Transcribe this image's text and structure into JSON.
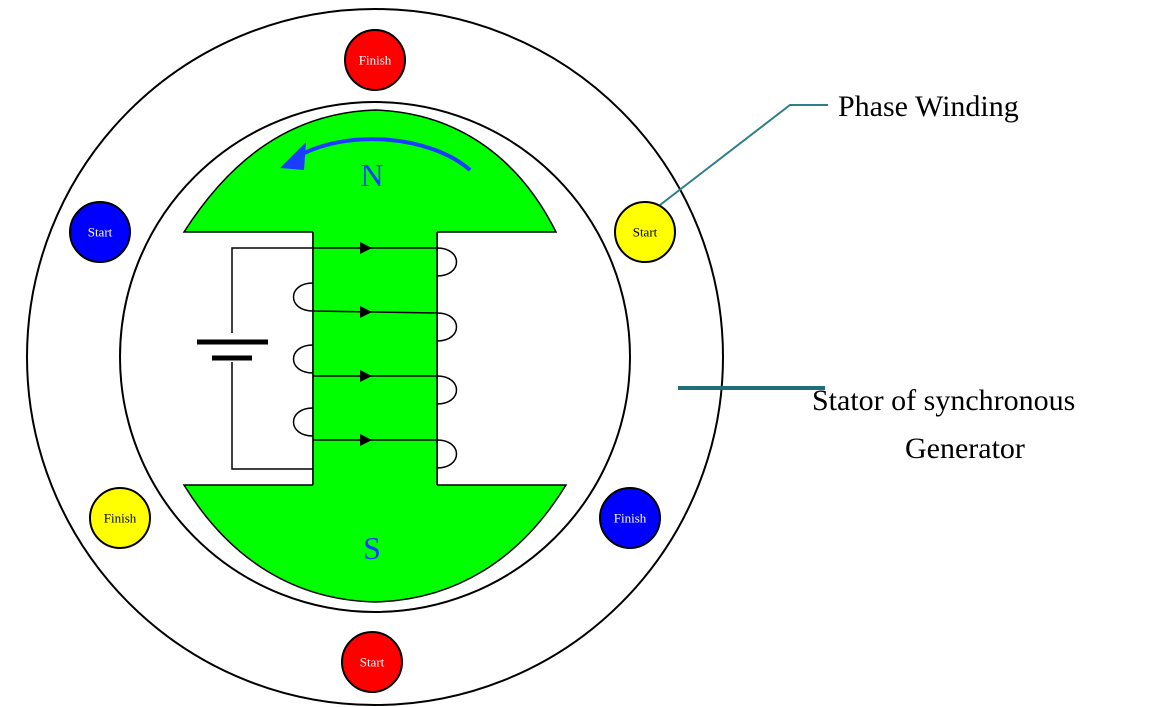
{
  "diagram": {
    "labels": {
      "phase_winding": "Phase Winding",
      "stator_line1": "Stator of synchronous",
      "stator_line2": "Generator"
    },
    "poles": {
      "north": "N",
      "south": "S"
    },
    "terminals": [
      {
        "id": "top",
        "label": "Finish",
        "color": "#ff0000"
      },
      {
        "id": "left",
        "label": "Start",
        "color": "#0000ff"
      },
      {
        "id": "right",
        "label": "Start",
        "color": "#ffff00"
      },
      {
        "id": "bottom-left",
        "label": "Finish",
        "color": "#ffff00"
      },
      {
        "id": "bottom-right",
        "label": "Finish",
        "color": "#0000ff"
      },
      {
        "id": "bottom",
        "label": "Start",
        "color": "#ff0000"
      }
    ],
    "colors": {
      "rotor": "#00ff00",
      "pole_letter": "#1a3cff",
      "rotation_arrow": "#1a3cff",
      "callout_line": "#2e7f86",
      "stator_leader": "#1f6e78"
    }
  }
}
